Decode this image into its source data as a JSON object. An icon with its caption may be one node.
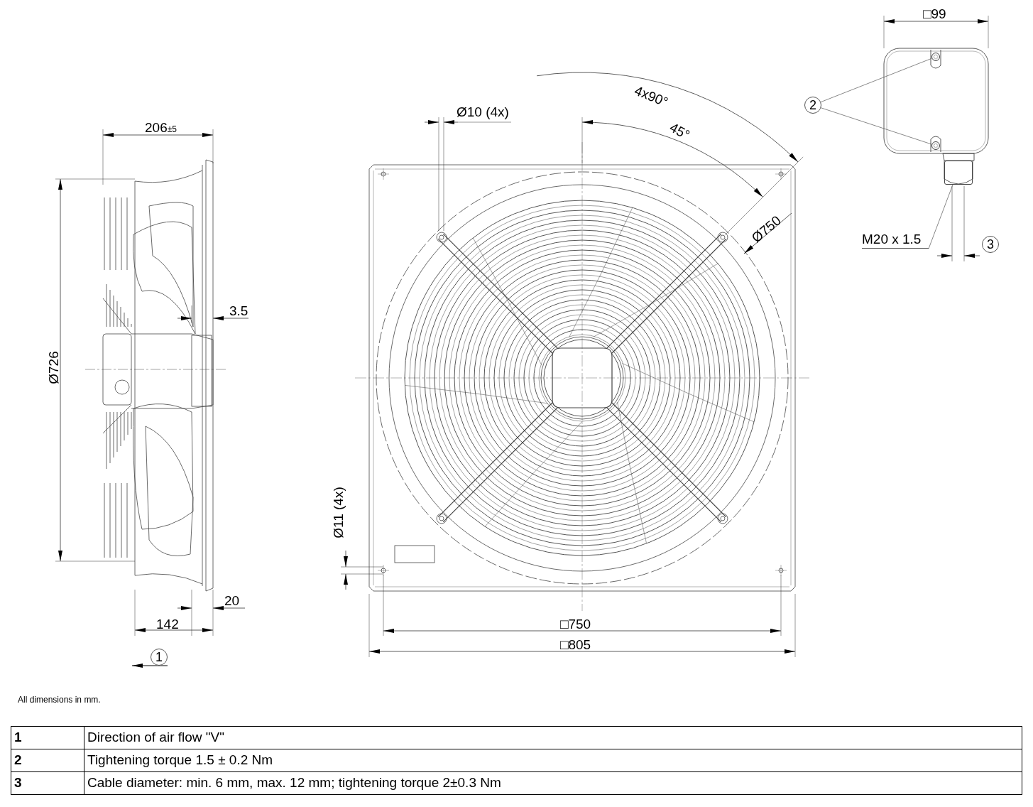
{
  "diagram": {
    "nodes": [
      {
        "text": [
          "2"
        ]
      },
      {
        "text": [],
        "shape": "circle"
      },
      {
        "text": [],
        "shape": "circle"
      },
      {
        "text": [
          "M20 x 1.5"
        ]
      },
      {
        "text": [],
        "shape": "box"
      },
      {
        "text": [
          "3"
        ]
      },
      {
        "text": [
          "1"
        ]
      }
    ],
    "edges": [
      {
        "from": 0,
        "to": 1,
        "arrow": "none"
      },
      {
        "from": 0,
        "to": 2,
        "arrow": "none"
      },
      {
        "from": 3,
        "to": 4,
        "arrow": "none"
      }
    ],
    "labels": [
      "□99",
      "4x90°",
      "Ø10 (4x)",
      "206$_{±5}$",
      "45°",
      "Ø750",
      "3.5",
      "Ø726",
      "Ø11 (4x)",
      "20",
      "142",
      "□750",
      "□805",
      "All dimensions in mm.",
      "1",
      "Direction of air flow \"V\"",
      "2",
      "Tightening torque 1.5 ± 0.2 Nm",
      "3",
      "Cable diameter: min. 6 mm, max. 12 mm; tightening torque 2±0.3 Nm"
    ]
  }
}
